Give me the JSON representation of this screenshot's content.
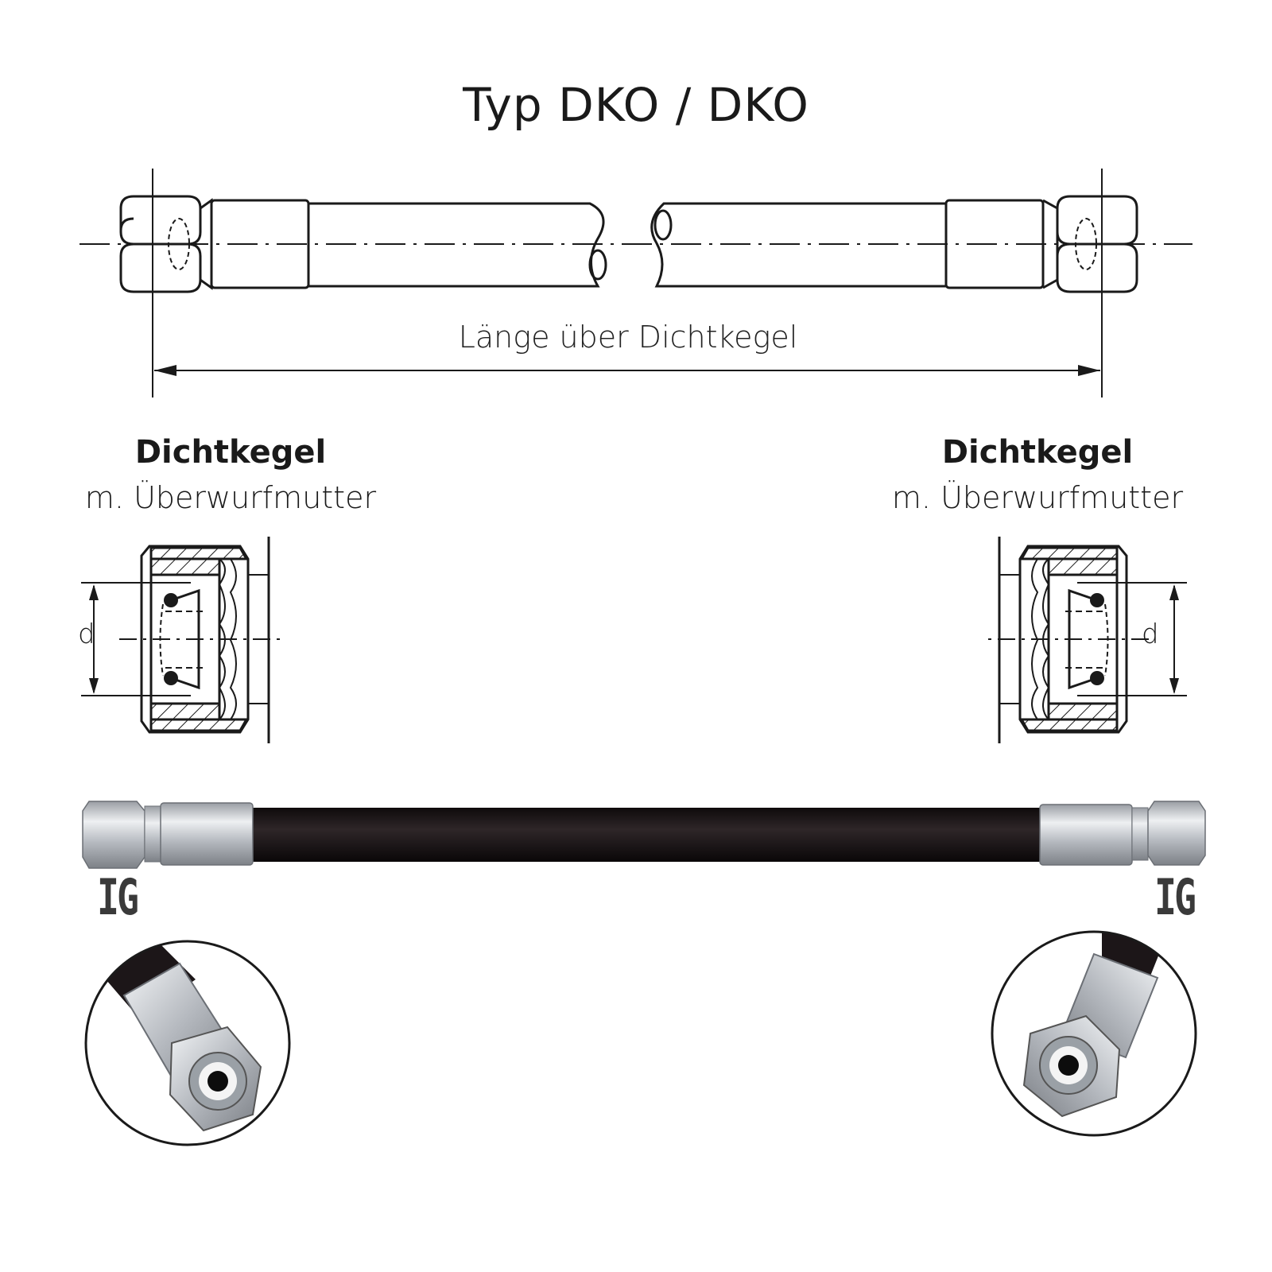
{
  "title": "Typ DKO / DKO",
  "dimension_label": "Länge über Dichtkegel",
  "left_fitting": {
    "title": "Dichtkegel",
    "subtitle": "m. Überwurfmutter",
    "dimension": "d",
    "thread_type": "IG"
  },
  "right_fitting": {
    "title": "Dichtkegel",
    "subtitle": "m. Überwurfmutter",
    "dimension": "d",
    "thread_type": "IG"
  },
  "colors": {
    "line": "#1a1a1a",
    "hose": "#1c1618",
    "metal": "#c9ccd0",
    "label_gray": "#3a3a3a"
  }
}
